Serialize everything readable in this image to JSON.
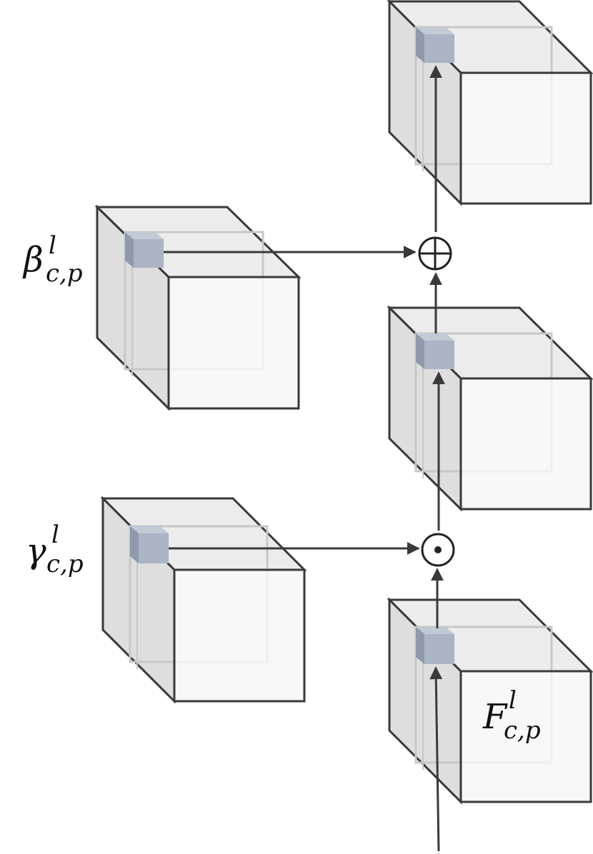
{
  "labels": {
    "beta": {
      "symbol": "β",
      "sup": "l",
      "sub": "c,p"
    },
    "gamma": {
      "symbol": "γ",
      "sup": "l",
      "sub": "c,p"
    },
    "feature": {
      "symbol": "F",
      "sup": "l",
      "sub": "c,p"
    }
  },
  "operators": {
    "add": "⊕",
    "multiply": "⊙"
  },
  "colors": {
    "stroke": "#3a3a3a",
    "top_face": "#ececec",
    "side_face": "#dedede",
    "front_face": "#f7f7f7",
    "voxel": "#aab4c4"
  }
}
